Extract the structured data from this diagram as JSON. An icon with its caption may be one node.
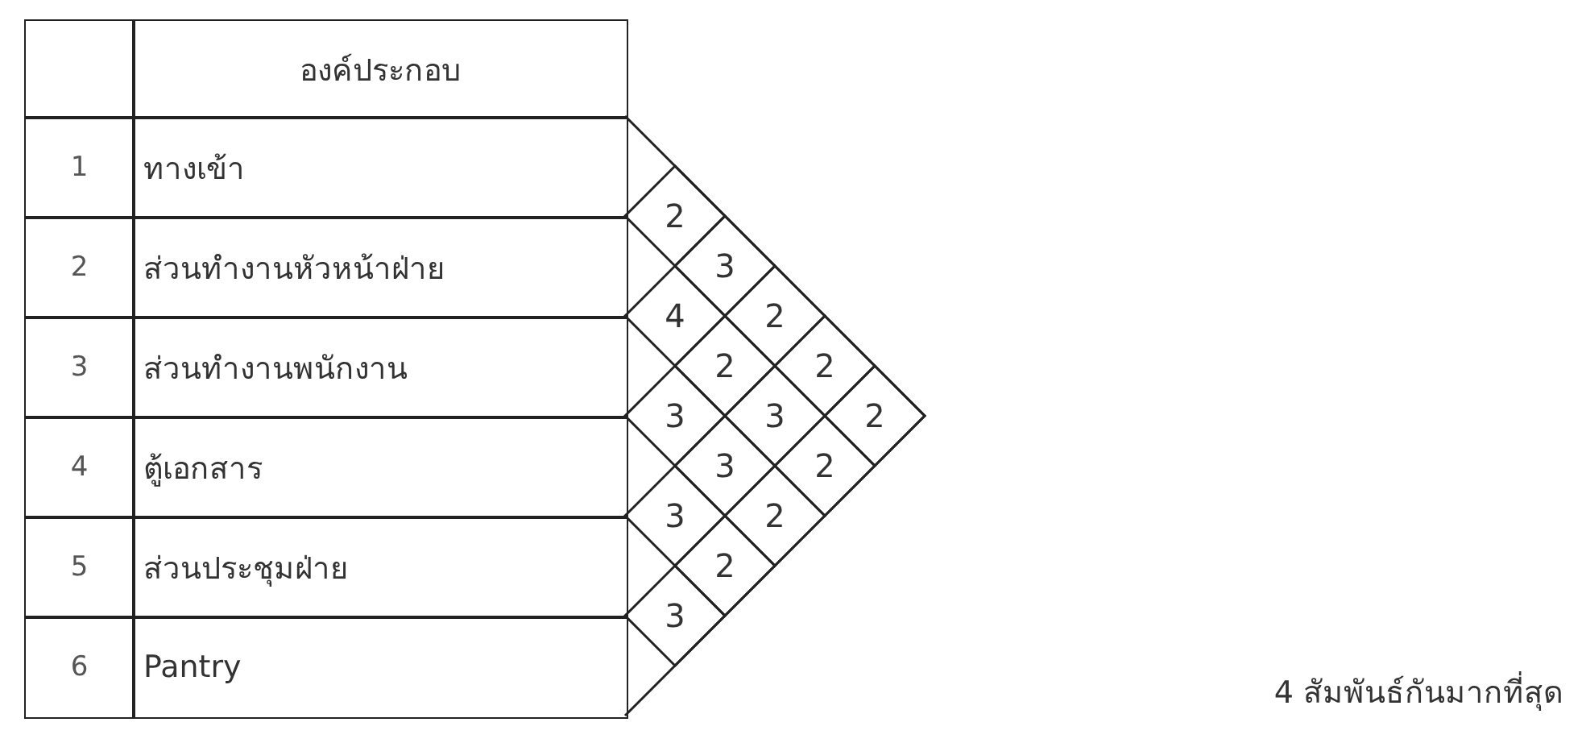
{
  "diagram": {
    "labels": [
      "องค์ประกอบ",
      "1",
      "ทางเข้า",
      "2",
      "ส่วนทำงานหัวหน้าฝ่าย",
      "3",
      "ส่วนทำงานพนักงาน",
      "4",
      "ตู้เอกสาร",
      "5",
      "ส่วนประชุมฝ่าย",
      "6",
      "Pantry",
      "2",
      "3",
      "4",
      "2",
      "2",
      "2",
      "3",
      "3",
      "2",
      "3",
      "2",
      "3",
      "2",
      "2",
      "3",
      "4 สัมพันธ์กันมากที่สุด"
    ]
  }
}
